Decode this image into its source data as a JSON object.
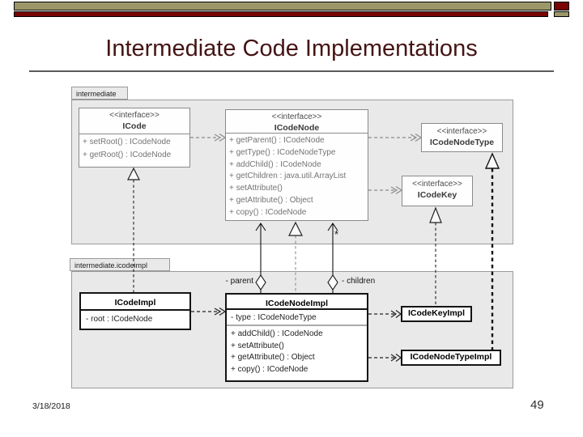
{
  "slide": {
    "title": "Intermediate Code Implementations",
    "date": "3/18/2018",
    "page_number": "49",
    "colors": {
      "accent_tan": "#9c9768",
      "accent_dark_red": "#7a0505",
      "title_text": "#451414",
      "package_fill": "#e9e9e9"
    }
  },
  "diagram": {
    "package_top": {
      "label": "intermediate"
    },
    "package_bottom": {
      "label": "intermediate.icodeimpl"
    },
    "icode": {
      "stereotype": "<<interface>>",
      "name": "ICode",
      "methods": [
        "+ setRoot() : ICodeNode",
        "+ getRoot() : ICodeNode"
      ]
    },
    "icodenode": {
      "stereotype": "<<interface>>",
      "name": "ICodeNode",
      "methods": [
        "+ getParent() : ICodeNode",
        "+ getType() : ICodeNodeType",
        "+ addChild() : ICodeNode",
        "+ getChildren : java.util.ArrayList",
        "+ setAttribute()",
        "+ getAttribute() : Object",
        "+ copy() : ICodeNode"
      ]
    },
    "icodenodetype": {
      "stereotype": "<<interface>>",
      "name": "ICodeNodeType"
    },
    "icodekey": {
      "stereotype": "<<interface>>",
      "name": "ICodeKey"
    },
    "icodeimpl": {
      "name": "ICodeImpl",
      "attributes": [
        "- root : ICodeNode"
      ]
    },
    "icodenodeimpl": {
      "name": "ICodeNodeImpl",
      "attributes": [
        "- type : ICodeNodeType"
      ],
      "methods": [
        "+ addChild() : ICodeNode",
        "+ setAttribute()",
        "+ getAttribute() : Object",
        "+ copy() : ICodeNode"
      ]
    },
    "icodekeyimpl": {
      "name": "ICodeKeyImpl"
    },
    "icodenodetypeimpl": {
      "name": "ICodeNodeTypeImpl"
    },
    "labels": {
      "parent": "- parent",
      "children": "- children",
      "multiplicity": "*"
    }
  }
}
